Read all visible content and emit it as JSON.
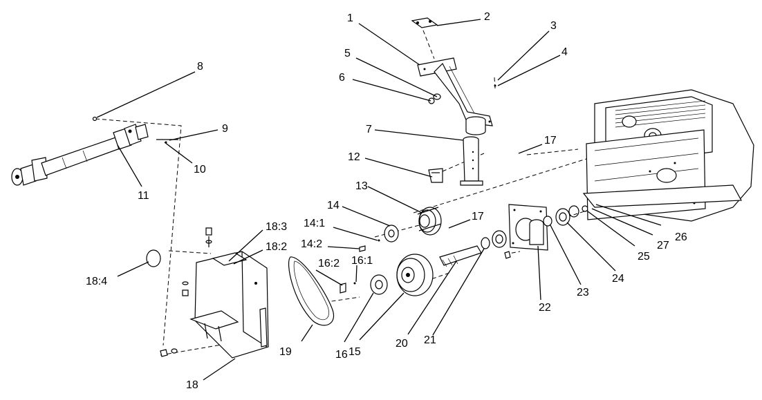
{
  "callouts": [
    {
      "id": "c1",
      "text": "1"
    },
    {
      "id": "c2",
      "text": "2"
    },
    {
      "id": "c3",
      "text": "3"
    },
    {
      "id": "c4",
      "text": "4"
    },
    {
      "id": "c5",
      "text": "5"
    },
    {
      "id": "c6",
      "text": "6"
    },
    {
      "id": "c7",
      "text": "7"
    },
    {
      "id": "c8",
      "text": "8"
    },
    {
      "id": "c9",
      "text": "9"
    },
    {
      "id": "c10",
      "text": "10"
    },
    {
      "id": "c11",
      "text": "11"
    },
    {
      "id": "c12",
      "text": "12"
    },
    {
      "id": "c13",
      "text": "13"
    },
    {
      "id": "c14",
      "text": "14"
    },
    {
      "id": "c14_1",
      "text": "14:1"
    },
    {
      "id": "c14_2",
      "text": "14:2"
    },
    {
      "id": "c15",
      "text": "15"
    },
    {
      "id": "c16",
      "text": "16"
    },
    {
      "id": "c16_1",
      "text": "16:1"
    },
    {
      "id": "c16_2",
      "text": "16:2"
    },
    {
      "id": "c17a",
      "text": "17"
    },
    {
      "id": "c17b",
      "text": "17"
    },
    {
      "id": "c18",
      "text": "18"
    },
    {
      "id": "c18_2",
      "text": "18:2"
    },
    {
      "id": "c18_3",
      "text": "18:3"
    },
    {
      "id": "c18_4",
      "text": "18:4"
    },
    {
      "id": "c19",
      "text": "19"
    },
    {
      "id": "c20",
      "text": "20"
    },
    {
      "id": "c21",
      "text": "21"
    },
    {
      "id": "c22",
      "text": "22"
    },
    {
      "id": "c23",
      "text": "23"
    },
    {
      "id": "c24",
      "text": "24"
    },
    {
      "id": "c25",
      "text": "25"
    },
    {
      "id": "c26",
      "text": "26"
    },
    {
      "id": "c27",
      "text": "27"
    }
  ]
}
